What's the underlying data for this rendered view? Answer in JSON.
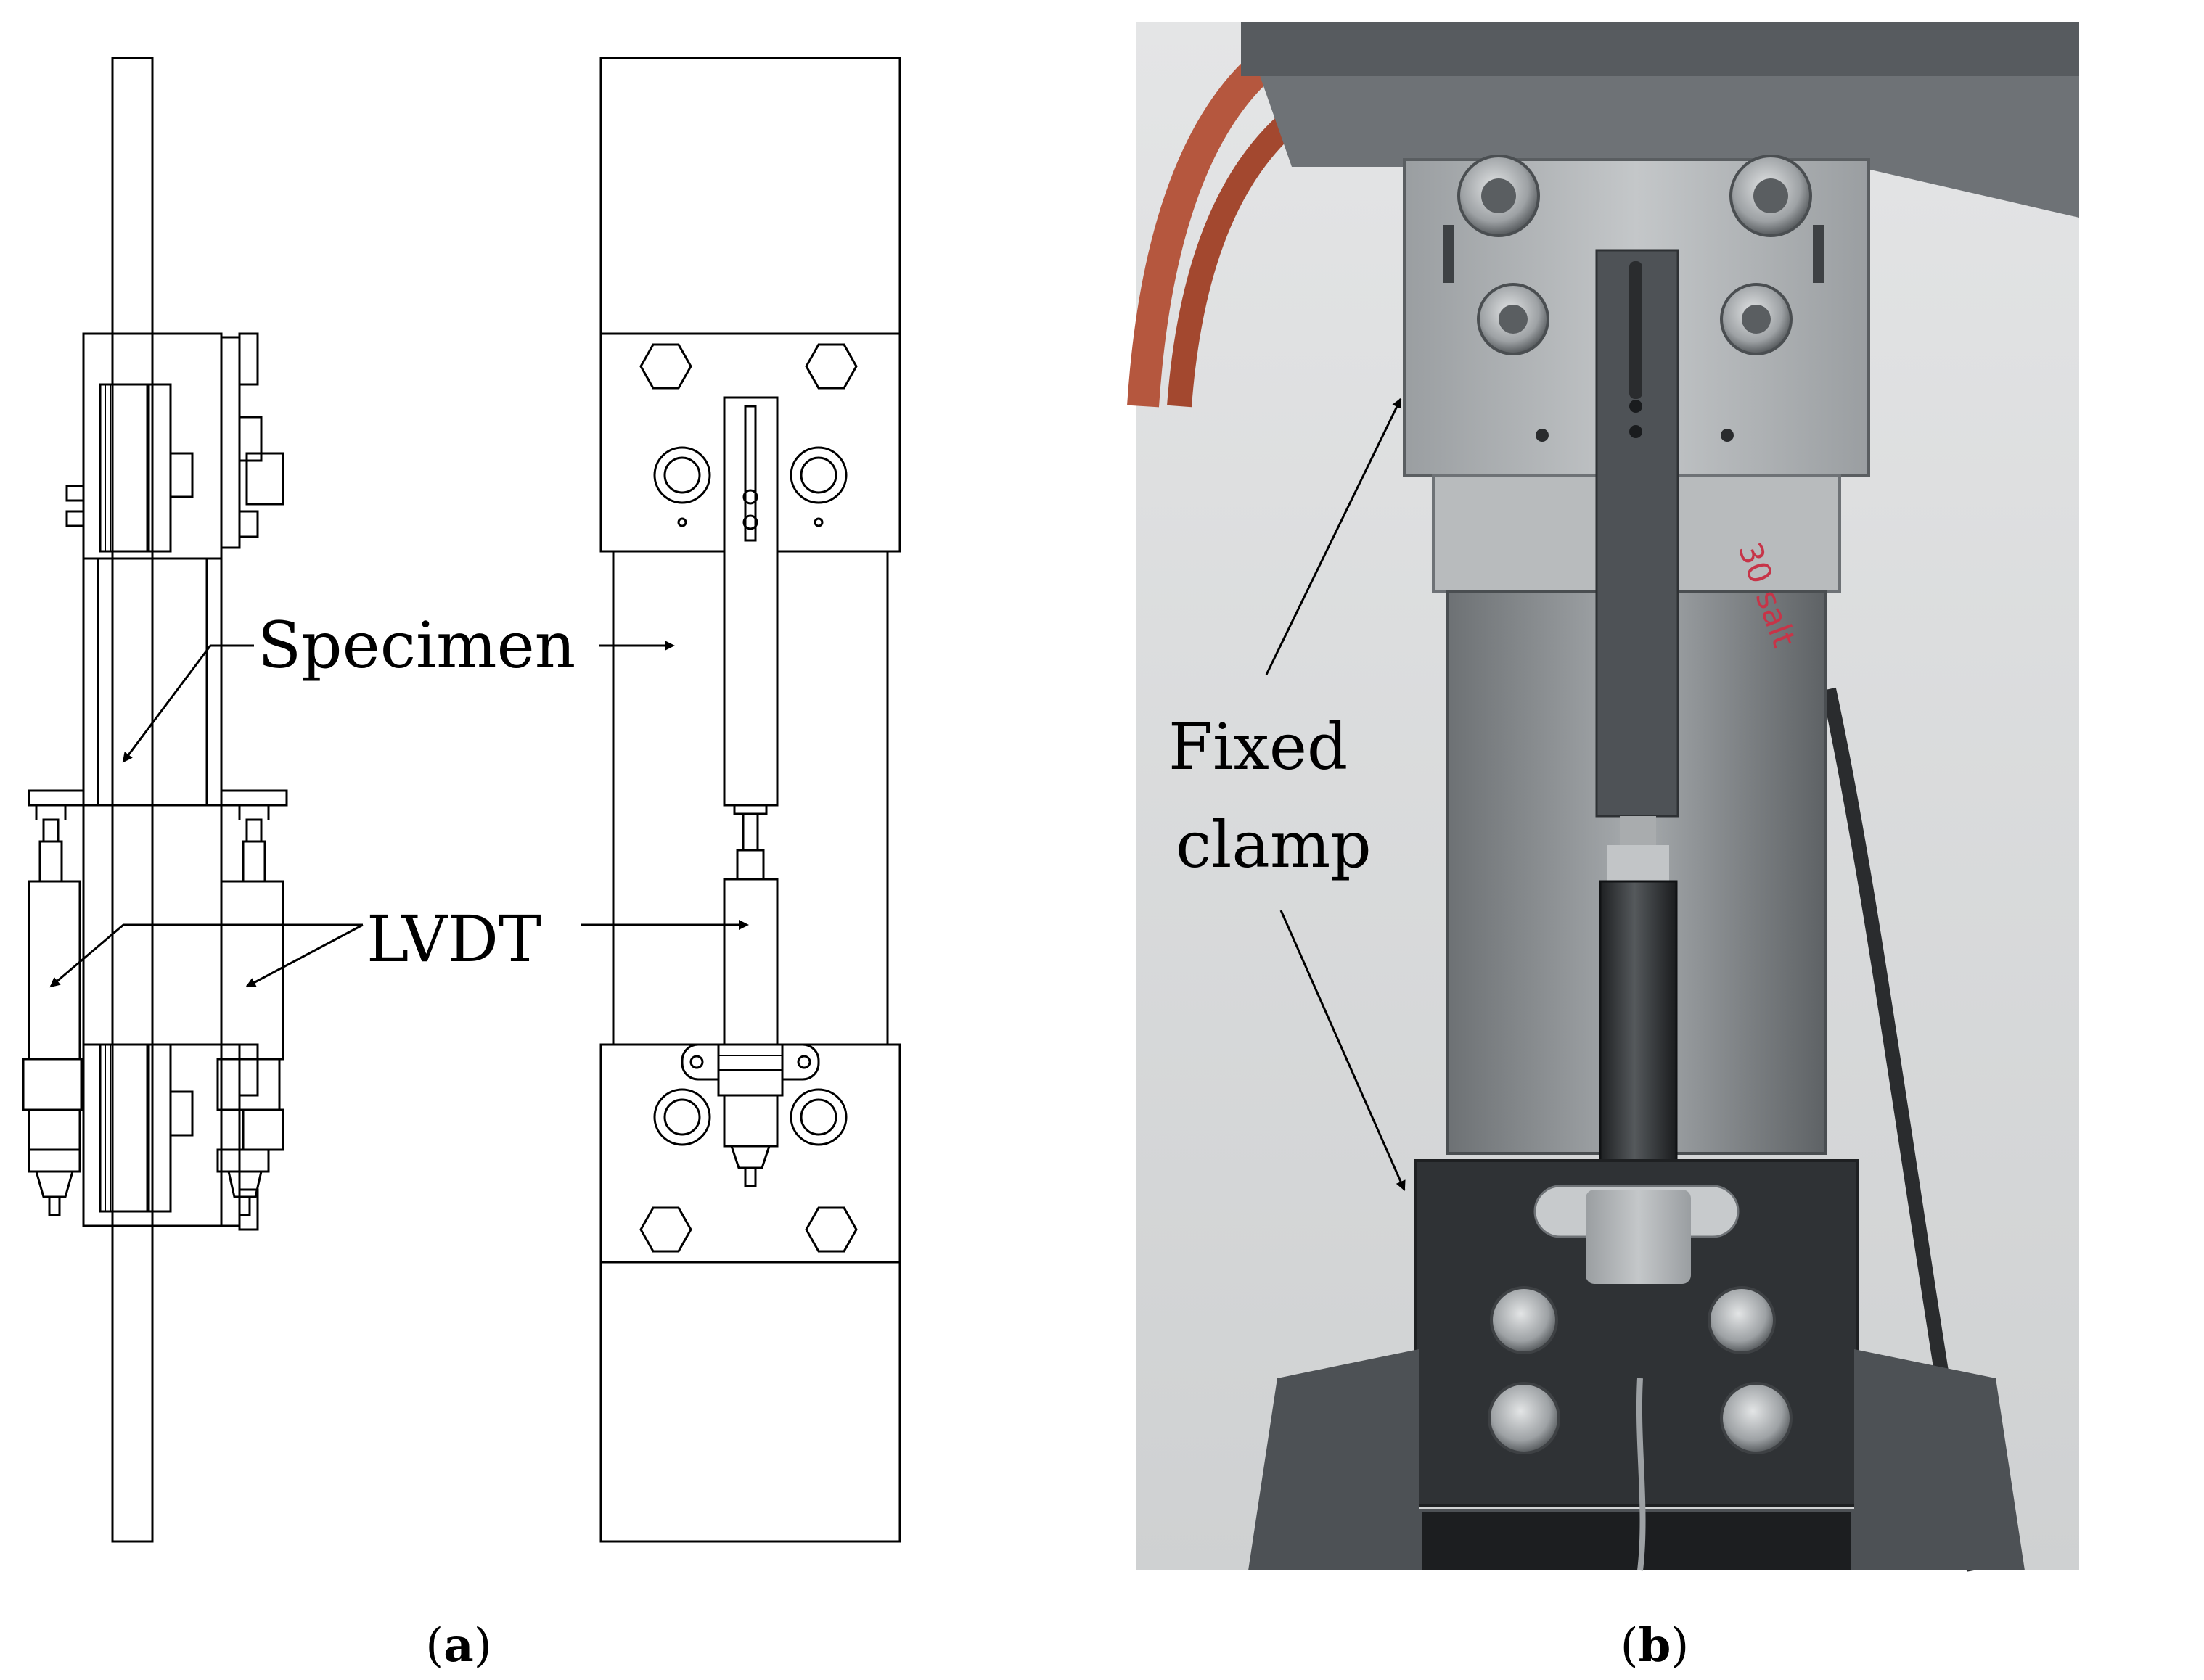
{
  "panel_a": {
    "labels": {
      "specimen": "Specimen",
      "lvdt": "LVDT"
    },
    "caption": {
      "open": "(",
      "letter": "a",
      "close": ")"
    }
  },
  "panel_b": {
    "labels": {
      "fixed_line1": "Fixed",
      "fixed_line2": "clamp",
      "handwritten_marking": "30 salt"
    },
    "caption": {
      "open": "(",
      "letter": "b",
      "close": ")"
    }
  },
  "colors": {
    "line": "#000000",
    "photo_background": "#d9dadb",
    "metal": "#8f9396",
    "dark_metal": "#3e4144",
    "hose": "#b5573e"
  }
}
